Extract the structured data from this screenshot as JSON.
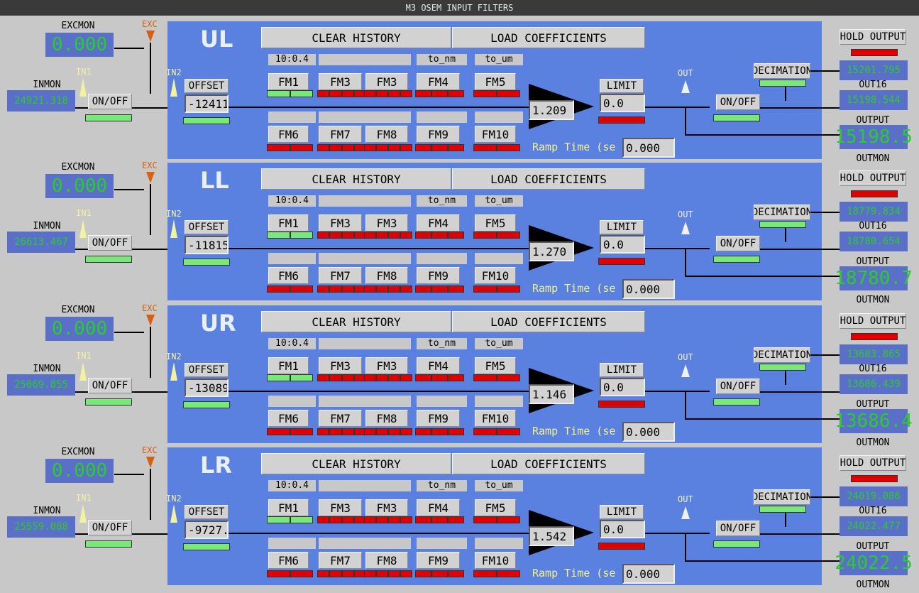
{
  "window_title": "M3 OSEM INPUT FILTERS",
  "labels": {
    "excmon": "EXCMON",
    "inmon": "INMON",
    "exc": "EXC",
    "in1": "IN1",
    "in2": "IN2",
    "out": "OUT",
    "out16": "OUT16",
    "output": "OUTPUT",
    "outmon": "OUTMON",
    "ramp_time": "Ramp Time (se",
    "onoff": "ON/OFF",
    "offset": "OFFSET",
    "limit": "LIMIT",
    "hold_output": "HOLD OUTPUT",
    "decimation": "DECIMATION",
    "clear_history": "CLEAR HISTORY",
    "load_coefficients": "LOAD COEFFICIENTS"
  },
  "colors": {
    "panel": "#5a80e0",
    "value_bg": "#5a70c8",
    "value_text": "#2acc2a",
    "on": "#78e878",
    "off": "#e00000"
  },
  "filters": [
    {
      "name": "UL",
      "excmon": "0.000",
      "inmon": "24921.318",
      "offset": "-12411",
      "gain": "1.209",
      "limit": "0.0",
      "ramp_time": "0.000",
      "out16": "15201.795",
      "output": "15198.544",
      "outmon": "15198.5",
      "fm_labels_top": [
        "10:0.4",
        "",
        "",
        "to_nm",
        "to_um"
      ],
      "fm_buttons_top": [
        "FM1",
        "FM3",
        "FM3",
        "FM4",
        "FM5"
      ],
      "fm_labels_bottom": [
        "",
        "",
        "",
        "",
        ""
      ],
      "fm_buttons_bottom": [
        "FM6",
        "FM7",
        "FM8",
        "FM9",
        "FM10"
      ]
    },
    {
      "name": "LL",
      "excmon": "0.000",
      "inmon": "26613.467",
      "offset": "-11815",
      "gain": "1.270",
      "limit": "0.0",
      "ramp_time": "0.000",
      "out16": "18779.834",
      "output": "18780.654",
      "outmon": "18780.7",
      "fm_labels_top": [
        "10:0.4",
        "",
        "",
        "to_nm",
        "to_um"
      ],
      "fm_buttons_top": [
        "FM1",
        "FM3",
        "FM3",
        "FM4",
        "FM5"
      ],
      "fm_labels_bottom": [
        "",
        "",
        "",
        "",
        ""
      ],
      "fm_buttons_bottom": [
        "FM6",
        "FM7",
        "FM8",
        "FM9",
        "FM10"
      ]
    },
    {
      "name": "UR",
      "excmon": "0.000",
      "inmon": "25069.855",
      "offset": "-13089",
      "gain": "1.146",
      "limit": "0.0",
      "ramp_time": "0.000",
      "out16": "13683.865",
      "output": "13686.439",
      "outmon": "13686.4",
      "fm_labels_top": [
        "10:0.4",
        "",
        "",
        "to_nm",
        "to_um"
      ],
      "fm_buttons_top": [
        "FM1",
        "FM3",
        "FM3",
        "FM4",
        "FM5"
      ],
      "fm_labels_bottom": [
        "",
        "",
        "",
        "",
        ""
      ],
      "fm_buttons_bottom": [
        "FM6",
        "FM7",
        "FM8",
        "FM9",
        "FM10"
      ]
    },
    {
      "name": "LR",
      "excmon": "0.000",
      "inmon": "25559.088",
      "offset": "-9727.",
      "gain": "1.542",
      "limit": "0.0",
      "ramp_time": "0.000",
      "out16": "24019.086",
      "output": "24022.477",
      "outmon": "24022.5",
      "fm_labels_top": [
        "10:0.4",
        "",
        "",
        "to_nm",
        "to_um"
      ],
      "fm_buttons_top": [
        "FM1",
        "FM3",
        "FM3",
        "FM4",
        "FM5"
      ],
      "fm_labels_bottom": [
        "",
        "",
        "",
        "",
        ""
      ],
      "fm_buttons_bottom": [
        "FM6",
        "FM7",
        "FM8",
        "FM9",
        "FM10"
      ]
    }
  ]
}
